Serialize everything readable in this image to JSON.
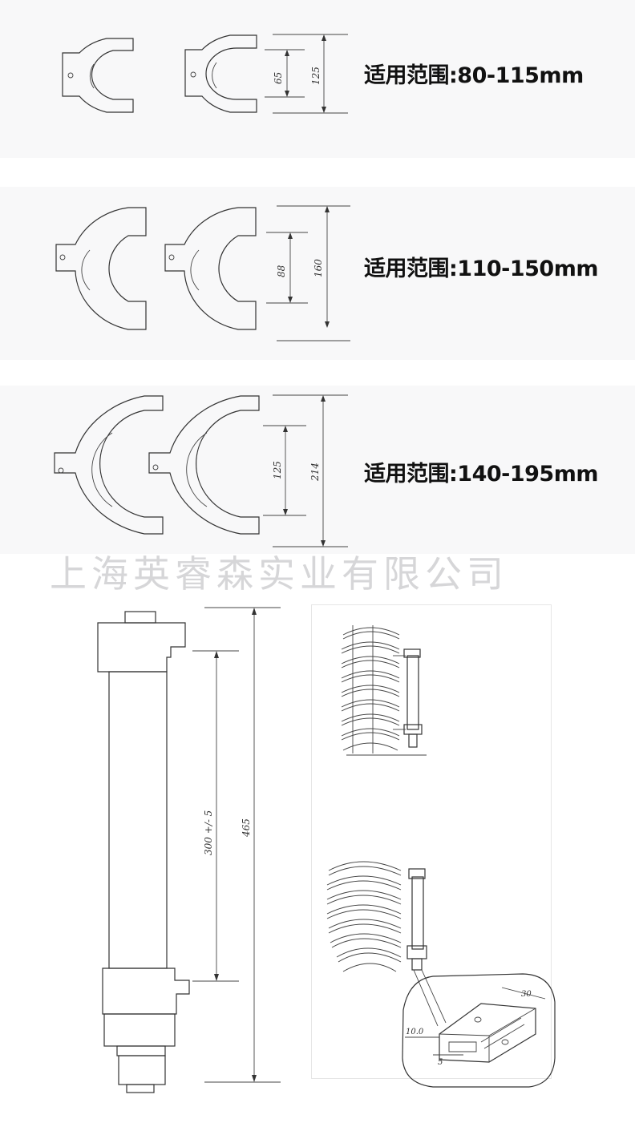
{
  "ranges": [
    {
      "label": "适用范围:80-115mm",
      "inner_dim": "65",
      "outer_dim": "125"
    },
    {
      "label": "适用范围:110-150mm",
      "inner_dim": "88",
      "outer_dim": "160"
    },
    {
      "label": "适用范围:140-195mm",
      "inner_dim": "125",
      "outer_dim": "214"
    }
  ],
  "watermark": "上海英睿森实业有限公司",
  "tool": {
    "length_dim": "465",
    "stroke_dim": "300 +/- 5"
  },
  "detail": {
    "dim_width": "30",
    "dim_depth": "10.0",
    "dim_slot": "5"
  }
}
